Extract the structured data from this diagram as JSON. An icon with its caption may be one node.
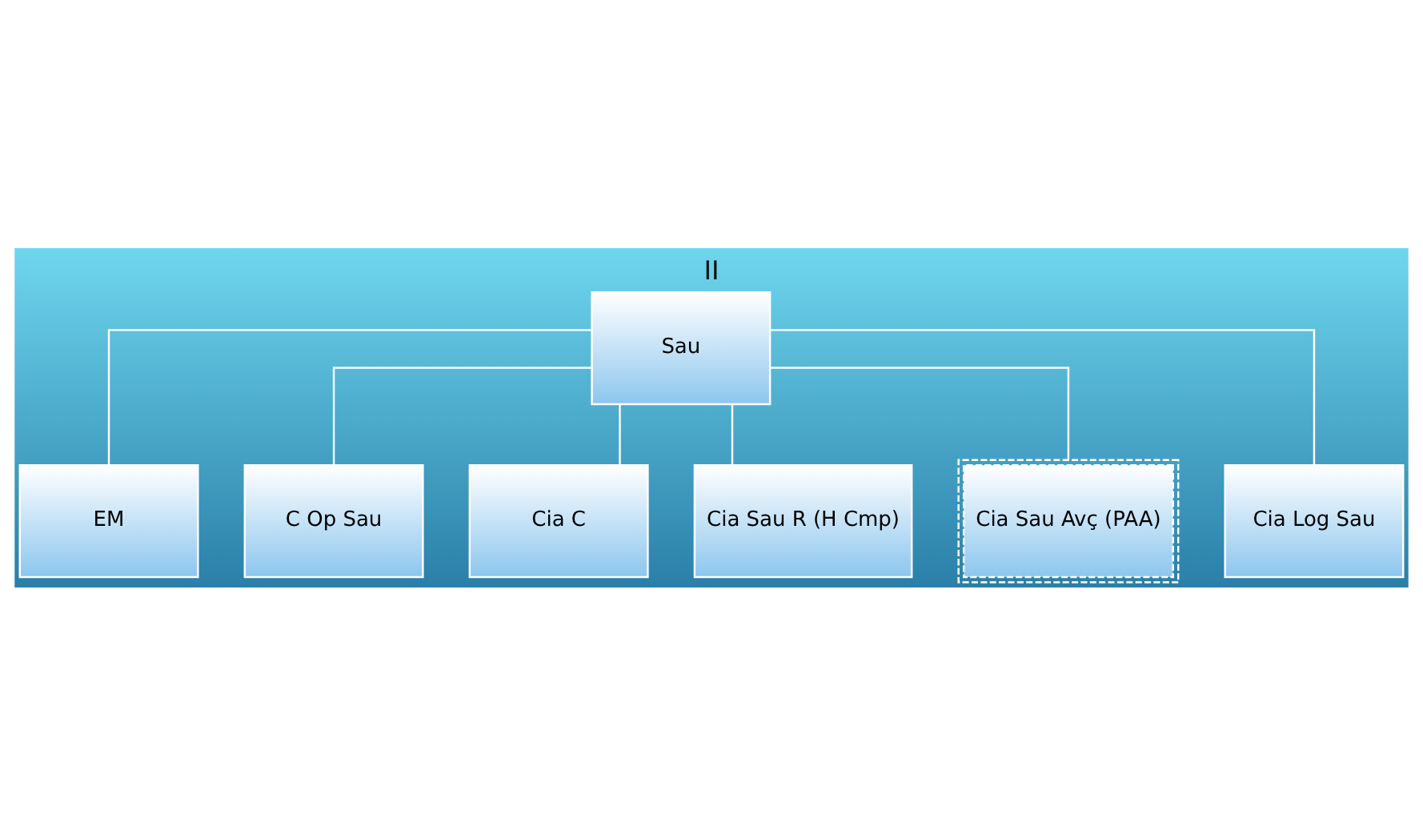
{
  "diagram": {
    "title": "II",
    "nodes": [
      {
        "text": [
          "Sau"
        ]
      },
      {
        "text": [
          "EM"
        ]
      },
      {
        "text": [
          "C Op Sau"
        ]
      },
      {
        "text": [
          "Cia C"
        ]
      },
      {
        "text": [
          "Cia Sau R (H Cmp)"
        ]
      },
      {
        "text": [
          "Cia Sau Avç (PAA)"
        ]
      },
      {
        "text": [
          "Cia Log Sau"
        ]
      }
    ],
    "edges": [
      {
        "from": 0,
        "to": 1,
        "arrow": "none"
      },
      {
        "from": 0,
        "to": 2,
        "arrow": "none"
      },
      {
        "from": 0,
        "to": 3,
        "arrow": "none"
      },
      {
        "from": 0,
        "to": 4,
        "arrow": "none"
      },
      {
        "from": 0,
        "to": 5,
        "arrow": "none"
      },
      {
        "from": 0,
        "to": 6,
        "arrow": "none"
      }
    ]
  }
}
